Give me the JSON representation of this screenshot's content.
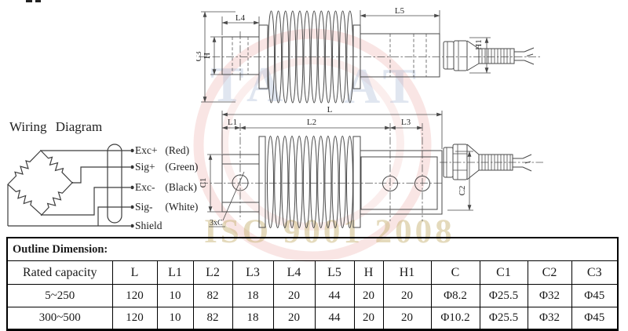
{
  "watermarks": {
    "brand_fragment_left": "TA",
    "brand_fragment_right": "AT",
    "cert_text": "ISO 9001 2008"
  },
  "wiring": {
    "title": "Wiring Diagram",
    "terminals": [
      {
        "signal": "Exc+",
        "color": "(Red)"
      },
      {
        "signal": "Sig+",
        "color": "(Green)"
      },
      {
        "signal": "Exc-",
        "color": "(Black)"
      },
      {
        "signal": "Sig-",
        "color": "(White)"
      },
      {
        "signal": "Shield",
        "color": ""
      }
    ]
  },
  "drawing": {
    "top_view": {
      "c3": "C3",
      "h": "H",
      "l4": "L4",
      "l5": "L5",
      "h1": "H1"
    },
    "side_view": {
      "l": "L",
      "l1": "L1",
      "l2": "L2",
      "l3": "L3",
      "c1": "C1",
      "c2": "C2",
      "holes_note": "3xC"
    }
  },
  "table": {
    "section_title": "Outline Dimension:",
    "headers": [
      "Rated capacity",
      "L",
      "L1",
      "L2",
      "L3",
      "L4",
      "L5",
      "H",
      "H1",
      "C",
      "C1",
      "C2",
      "C3"
    ],
    "rows": [
      [
        "5~250",
        "120",
        "10",
        "82",
        "18",
        "20",
        "44",
        "20",
        "20",
        "Φ8.2",
        "Φ25.5",
        "Φ32",
        "Φ45"
      ],
      [
        "300~500",
        "120",
        "10",
        "82",
        "18",
        "20",
        "44",
        "20",
        "20",
        "Φ10.2",
        "Φ25.5",
        "Φ32",
        "Φ45"
      ]
    ]
  }
}
